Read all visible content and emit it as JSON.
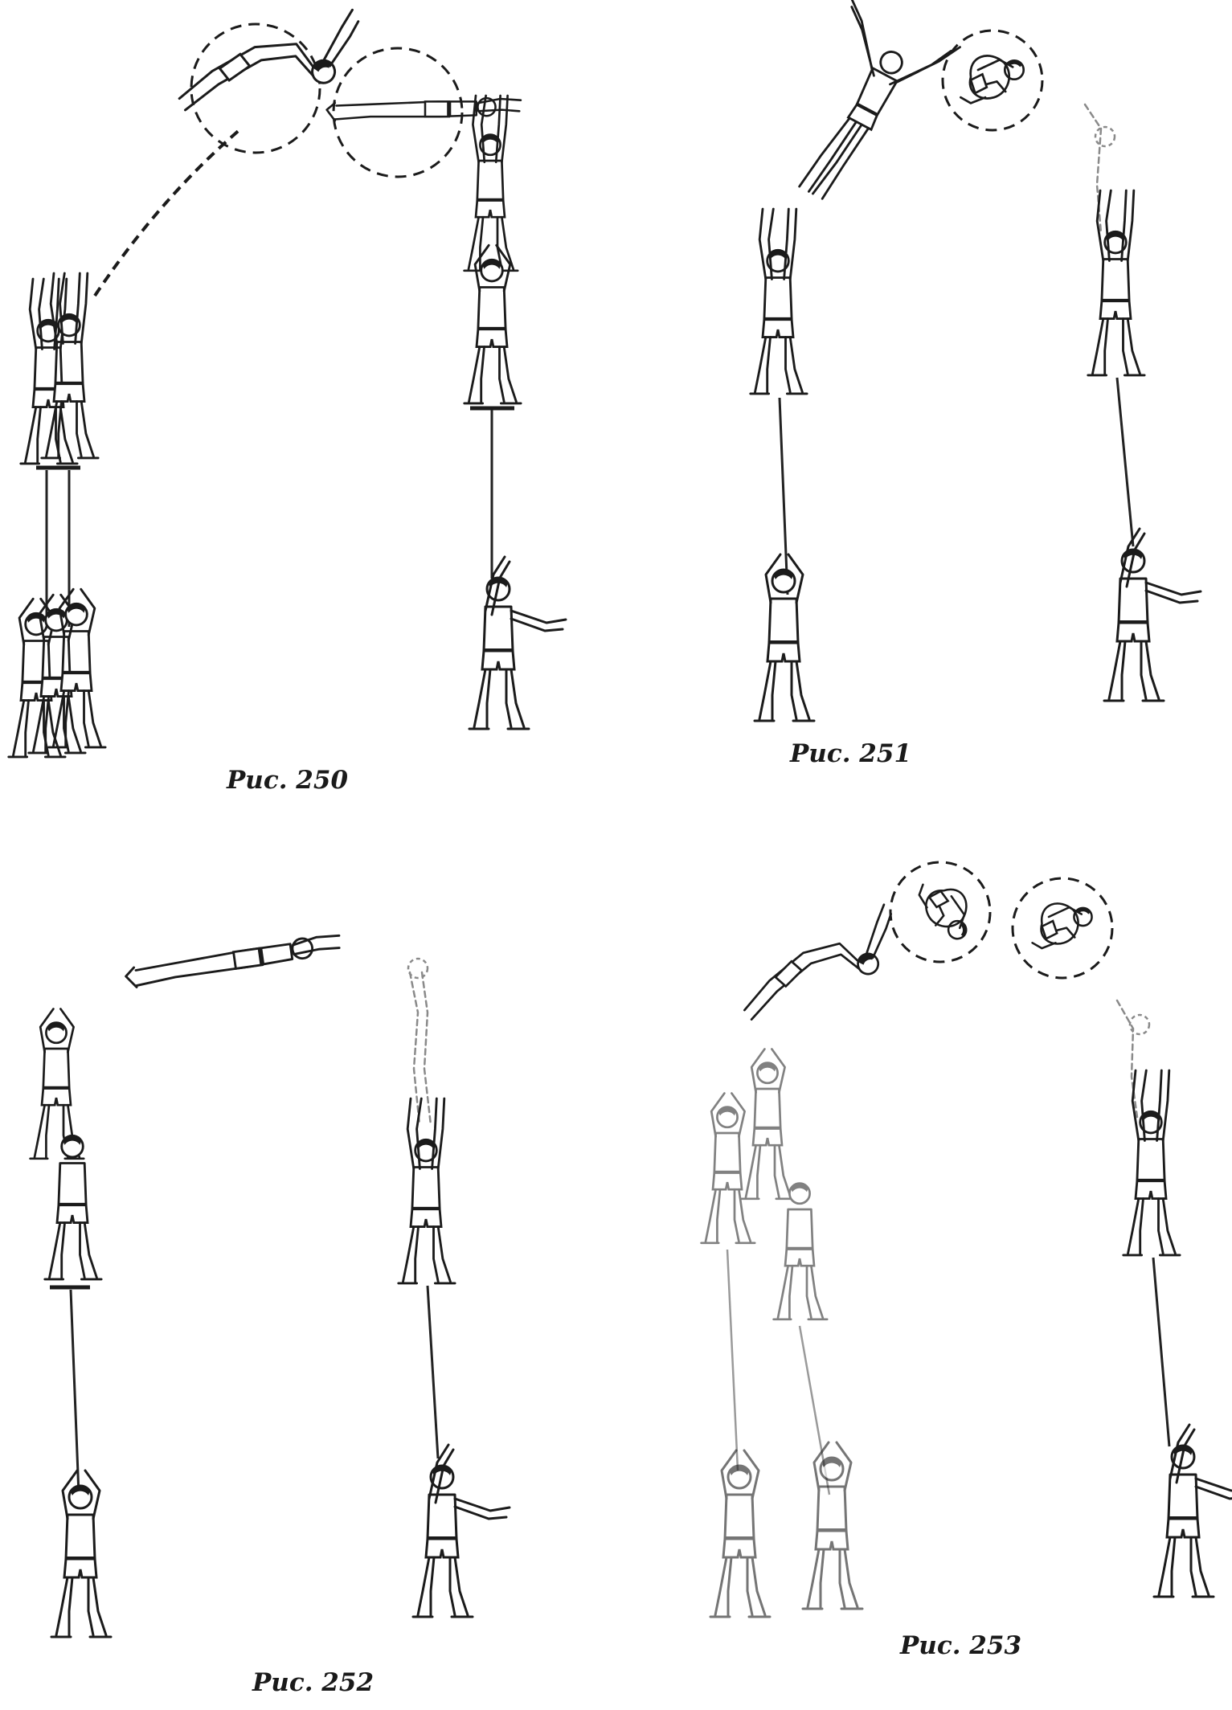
{
  "figures": [
    {
      "id": "250",
      "caption": "Рис. 250"
    },
    {
      "id": "251",
      "caption": "Рис. 251"
    },
    {
      "id": "252",
      "caption": "Рис. 252"
    },
    {
      "id": "253",
      "caption": "Рис. 253"
    }
  ]
}
